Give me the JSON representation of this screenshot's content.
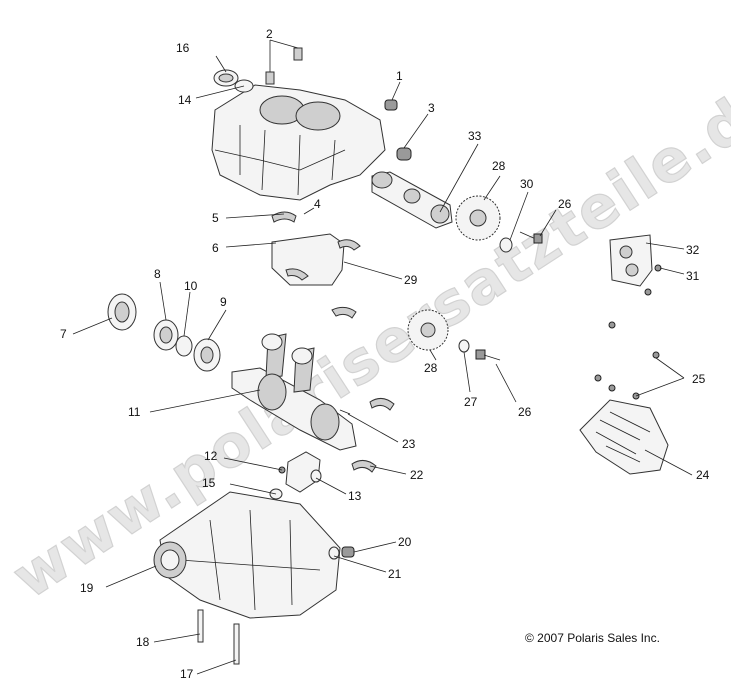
{
  "watermark": "www.polarisersatzteile.de",
  "copyright": "© 2007 Polaris Sales Inc.",
  "labels": {
    "n1": "1",
    "n2": "2",
    "n3": "3",
    "n4": "4",
    "n5": "5",
    "n6": "6",
    "n7": "7",
    "n8": "8",
    "n9": "9",
    "n10": "10",
    "n11": "11",
    "n12": "12",
    "n13": "13",
    "n14": "14",
    "n15": "15",
    "n16": "16",
    "n17": "17",
    "n18": "18",
    "n19": "19",
    "n20": "20",
    "n21": "21",
    "n22": "22",
    "n23": "23",
    "n24": "24",
    "n25": "25",
    "n26a": "26",
    "n26b": "26",
    "n27": "27",
    "n28a": "28",
    "n28b": "28",
    "n29": "29",
    "n30": "30",
    "n31": "31",
    "n32": "32",
    "n33": "33"
  }
}
